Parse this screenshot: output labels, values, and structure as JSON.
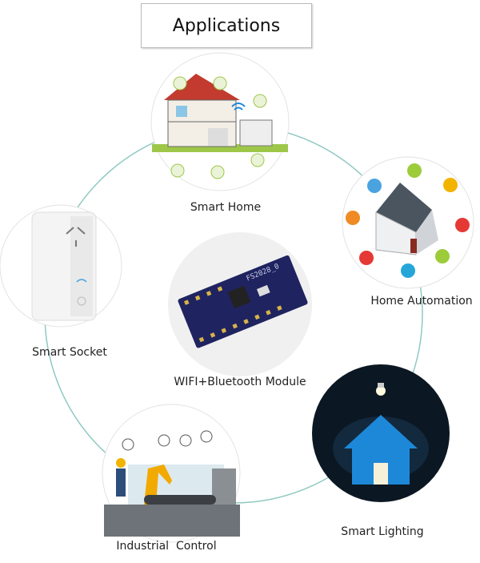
{
  "title": "Applications",
  "center": {
    "label": "WIFI+Bluetooth Module",
    "chip_marking": "FS2028_0"
  },
  "applications": [
    {
      "label": "Smart Home"
    },
    {
      "label": "Home Automation"
    },
    {
      "label": "Smart Lighting"
    },
    {
      "label": "Industrial  Control"
    },
    {
      "label": "Smart Socket"
    }
  ],
  "colors": {
    "ring": "#8fc9c2",
    "pcb": "#1f2460",
    "lighting_bg": "#0b1722",
    "house_blue": "#1e88d8"
  }
}
